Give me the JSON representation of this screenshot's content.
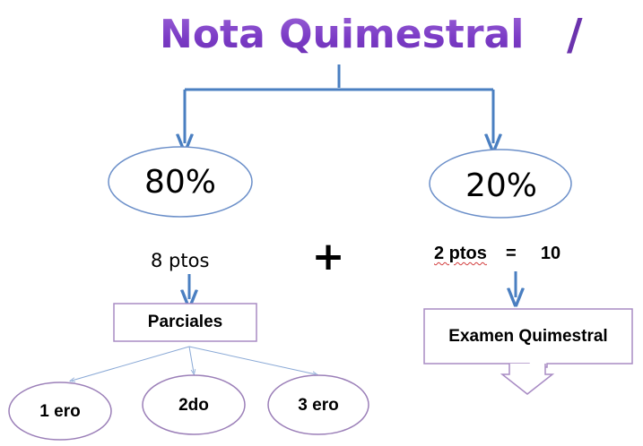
{
  "title": "Nota Quimestral",
  "title_mark": "/",
  "branches": {
    "left": {
      "percent": "80%",
      "points": "8 ptos",
      "box": "Parciales"
    },
    "right": {
      "percent": "20%",
      "points": "2 ptos",
      "equals": "=",
      "total": "10",
      "box": "Examen Quimestral"
    }
  },
  "operator": "+",
  "partials": [
    "1 ero",
    "2do",
    "3 ero"
  ],
  "colors": {
    "title": "#7b3bc6",
    "arrow": "#4a7fc1",
    "ellipse_stroke": "#6b8fc9",
    "box_stroke": "#a88bc4",
    "oval_stroke": "#9b7fb8"
  }
}
